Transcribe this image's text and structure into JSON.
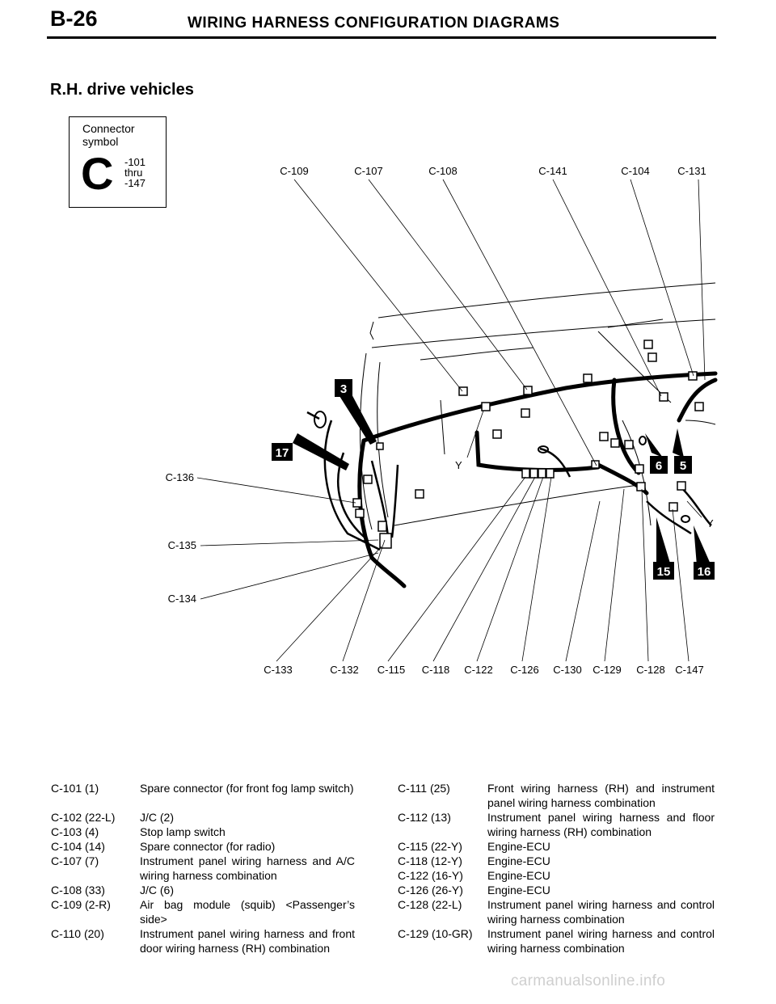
{
  "header": {
    "page_number": "B-26",
    "title": "WIRING HARNESS CONFIGURATION DIAGRAMS"
  },
  "section_title": "R.H. drive vehicles",
  "connector_symbol": {
    "caption": "Connector\nsymbol",
    "letter": "C",
    "range": [
      "-101",
      "thru",
      "-147"
    ]
  },
  "diagram": {
    "top_labels": [
      "C-109",
      "C-107",
      "C-108",
      "C-141",
      "C-104",
      "C-131"
    ],
    "left_labels": [
      "C-136",
      "C-135",
      "C-134"
    ],
    "bottom_labels": [
      "C-133",
      "C-132",
      "C-115",
      "C-118",
      "C-122",
      "C-126",
      "C-130",
      "C-129",
      "C-128",
      "C-147"
    ],
    "callouts": [
      "3",
      "17",
      "6",
      "5",
      "15",
      "16"
    ],
    "wire_color_marks": [
      "Y",
      "Y"
    ]
  },
  "legend": {
    "left": [
      {
        "code": "C-101 (1)",
        "desc": "Spare connector (for front fog lamp switch)"
      },
      {
        "code": "C-102 (22-L)",
        "desc": "J/C (2)"
      },
      {
        "code": "C-103 (4)",
        "desc": "Stop lamp switch"
      },
      {
        "code": "C-104 (14)",
        "desc": "Spare connector (for radio)"
      },
      {
        "code": "C-107 (7)",
        "desc": "Instrument panel wiring harness and A/C wiring harness combination"
      },
      {
        "code": "C-108 (33)",
        "desc": "J/C (6)"
      },
      {
        "code": "C-109 (2-R)",
        "desc": "Air bag module (squib) <Passenger’s side>"
      },
      {
        "code": "C-110 (20)",
        "desc": "Instrument panel wiring harness and front door wiring harness (RH) combination"
      }
    ],
    "right": [
      {
        "code": "C-111 (25)",
        "desc": "Front wiring harness (RH) and instrument panel wiring harness combination"
      },
      {
        "code": "C-112 (13)",
        "desc": "Instrument panel wiring harness and floor wiring harness (RH) combination"
      },
      {
        "code": "C-115 (22-Y)",
        "desc": "Engine-ECU"
      },
      {
        "code": "C-118 (12-Y)",
        "desc": "Engine-ECU"
      },
      {
        "code": "C-122 (16-Y)",
        "desc": "Engine-ECU"
      },
      {
        "code": "C-126 (26-Y)",
        "desc": "Engine-ECU"
      },
      {
        "code": "C-128 (22-L)",
        "desc": "Instrument panel wiring harness and control wiring harness combination"
      },
      {
        "code": "C-129 (10-GR)",
        "desc": "Instrument panel wiring harness and control wiring harness combination"
      }
    ]
  },
  "footer": "carmanualsonline.info"
}
